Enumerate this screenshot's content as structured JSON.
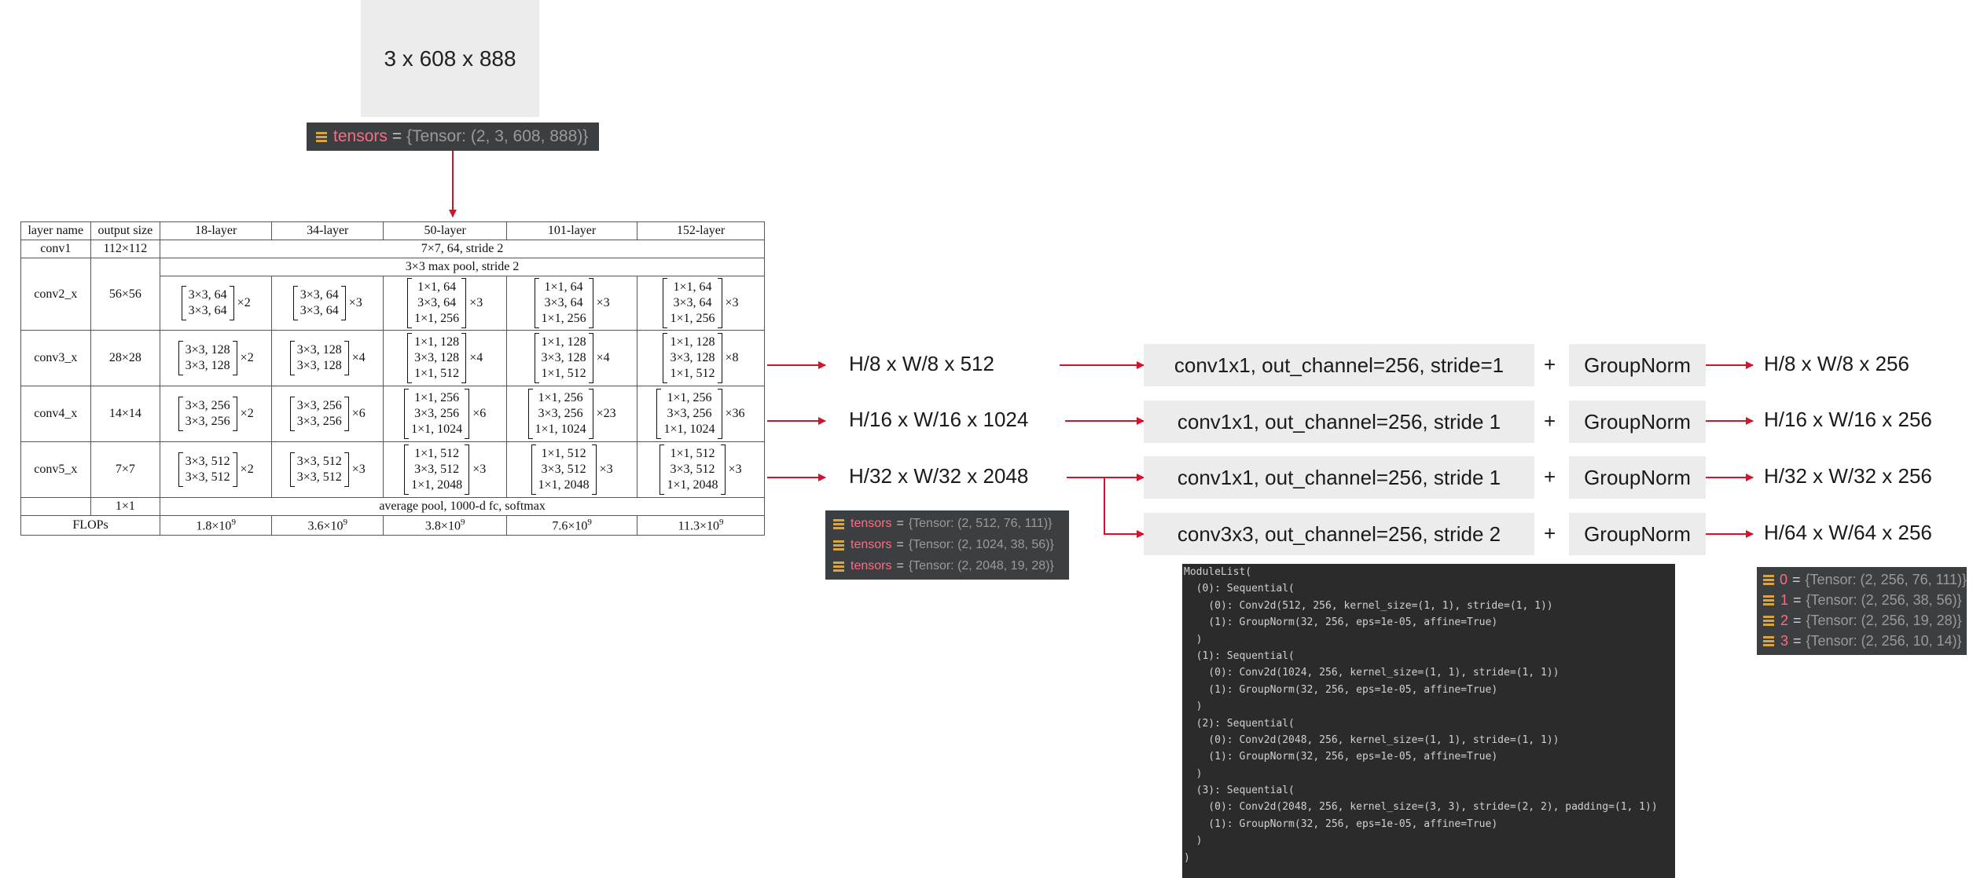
{
  "input": {
    "shape_label": "3 x 608 x 888"
  },
  "top_debug": {
    "var": "tensors",
    "eq": "=",
    "value": "{Tensor: (2, 3, 608, 888)}"
  },
  "table": {
    "headers": [
      "layer name",
      "output size",
      "18-layer",
      "34-layer",
      "50-layer",
      "101-layer",
      "152-layer"
    ],
    "conv1": {
      "name": "conv1",
      "size": "112×112",
      "desc": "7×7, 64, stride 2"
    },
    "pool": {
      "desc": "3×3 max pool, stride 2"
    },
    "stages": [
      {
        "name": "conv2_x",
        "size": "56×56",
        "blocks": [
          {
            "lines": [
              "3×3, 64",
              "3×3, 64"
            ],
            "mult": "×2"
          },
          {
            "lines": [
              "3×3, 64",
              "3×3, 64"
            ],
            "mult": "×3"
          },
          {
            "lines": [
              "1×1, 64",
              "3×3, 64",
              "1×1, 256"
            ],
            "mult": "×3"
          },
          {
            "lines": [
              "1×1, 64",
              "3×3, 64",
              "1×1, 256"
            ],
            "mult": "×3"
          },
          {
            "lines": [
              "1×1, 64",
              "3×3, 64",
              "1×1, 256"
            ],
            "mult": "×3"
          }
        ]
      },
      {
        "name": "conv3_x",
        "size": "28×28",
        "blocks": [
          {
            "lines": [
              "3×3, 128",
              "3×3, 128"
            ],
            "mult": "×2"
          },
          {
            "lines": [
              "3×3, 128",
              "3×3, 128"
            ],
            "mult": "×4"
          },
          {
            "lines": [
              "1×1, 128",
              "3×3, 128",
              "1×1, 512"
            ],
            "mult": "×4"
          },
          {
            "lines": [
              "1×1, 128",
              "3×3, 128",
              "1×1, 512"
            ],
            "mult": "×4"
          },
          {
            "lines": [
              "1×1, 128",
              "3×3, 128",
              "1×1, 512"
            ],
            "mult": "×8"
          }
        ]
      },
      {
        "name": "conv4_x",
        "size": "14×14",
        "blocks": [
          {
            "lines": [
              "3×3, 256",
              "3×3, 256"
            ],
            "mult": "×2"
          },
          {
            "lines": [
              "3×3, 256",
              "3×3, 256"
            ],
            "mult": "×6"
          },
          {
            "lines": [
              "1×1, 256",
              "3×3, 256",
              "1×1, 1024"
            ],
            "mult": "×6"
          },
          {
            "lines": [
              "1×1, 256",
              "3×3, 256",
              "1×1, 1024"
            ],
            "mult": "×23"
          },
          {
            "lines": [
              "1×1, 256",
              "3×3, 256",
              "1×1, 1024"
            ],
            "mult": "×36"
          }
        ]
      },
      {
        "name": "conv5_x",
        "size": "7×7",
        "blocks": [
          {
            "lines": [
              "3×3, 512",
              "3×3, 512"
            ],
            "mult": "×2"
          },
          {
            "lines": [
              "3×3, 512",
              "3×3, 512"
            ],
            "mult": "×3"
          },
          {
            "lines": [
              "1×1, 512",
              "3×3, 512",
              "1×1, 2048"
            ],
            "mult": "×3"
          },
          {
            "lines": [
              "1×1, 512",
              "3×3, 512",
              "1×1, 2048"
            ],
            "mult": "×3"
          },
          {
            "lines": [
              "1×1, 512",
              "3×3, 512",
              "1×1, 2048"
            ],
            "mult": "×3"
          }
        ]
      }
    ],
    "avg": {
      "size": "1×1",
      "desc": "average pool, 1000-d fc, softmax"
    },
    "flops": {
      "name": "FLOPs",
      "values": [
        {
          "base": "1.8×10",
          "exp": "9"
        },
        {
          "base": "3.6×10",
          "exp": "9"
        },
        {
          "base": "3.8×10",
          "exp": "9"
        },
        {
          "base": "7.6×10",
          "exp": "9"
        },
        {
          "base": "11.3×10",
          "exp": "9"
        }
      ]
    }
  },
  "features": [
    "H/8 x W/8 x 512",
    "H/16 x W/16 x 1024",
    "H/32 x W/32 x 2048"
  ],
  "convs": [
    "conv1x1,   out_channel=256, stride=1",
    "conv1x1,   out_channel=256, stride 1",
    "conv1x1,   out_channel=256,  stride 1",
    "conv3x3,   out_channel=256, stride 2"
  ],
  "plus": "+",
  "norm": "GroupNorm",
  "outputs": [
    "H/8 x W/8 x 256",
    "H/16 x W/16 x 256",
    "H/32 x W/32 x 256",
    "H/64 x W/64 x 256"
  ],
  "mid_debug": [
    {
      "var": "tensors",
      "eq": "=",
      "value": "{Tensor: (2, 512, 76, 111)}"
    },
    {
      "var": "tensors",
      "eq": "=",
      "value": "{Tensor: (2, 1024, 38, 56)}"
    },
    {
      "var": "tensors",
      "eq": "=",
      "value": "{Tensor: (2, 2048, 19, 28)}"
    }
  ],
  "right_debug": [
    {
      "var": "0",
      "eq": "=",
      "value": "{Tensor: (2, 256, 76, 111)}"
    },
    {
      "var": "1",
      "eq": "=",
      "value": "{Tensor: (2, 256, 38, 56)}"
    },
    {
      "var": "2",
      "eq": "=",
      "value": "{Tensor: (2, 256, 19, 28)}"
    },
    {
      "var": "3",
      "eq": "=",
      "value": "{Tensor: (2, 256, 10, 14)}"
    }
  ],
  "code_lines": [
    "ModuleList(",
    "  (0): Sequential(",
    "    (0): Conv2d(512, 256, kernel_size=(1, 1), stride=(1, 1))",
    "    (1): GroupNorm(32, 256, eps=1e-05, affine=True)",
    "  )",
    "  (1): Sequential(",
    "    (0): Conv2d(1024, 256, kernel_size=(1, 1), stride=(1, 1))",
    "    (1): GroupNorm(32, 256, eps=1e-05, affine=True)",
    "  )",
    "  (2): Sequential(",
    "    (0): Conv2d(2048, 256, kernel_size=(1, 1), stride=(1, 1))",
    "    (1): GroupNorm(32, 256, eps=1e-05, affine=True)",
    "  )",
    "  (3): Sequential(",
    "    (0): Conv2d(2048, 256, kernel_size=(3, 3), stride=(2, 2), padding=(1, 1))",
    "    (1): GroupNorm(32, 256, eps=1e-05, affine=True)",
    "  )",
    ")"
  ],
  "colors": {
    "arrow": "#d6112b",
    "panel": "#2b2b2b",
    "box": "#ececec",
    "var_name": "#ff6b81",
    "icon": "#d9a441"
  }
}
